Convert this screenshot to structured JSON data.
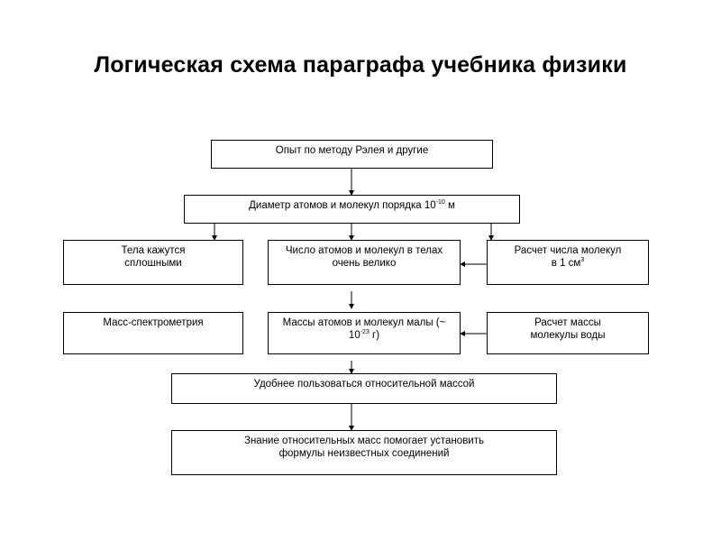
{
  "title": "Логическая схема параграфа учебника физики",
  "boxes": {
    "rayleigh": "Опыт по методу Рэлея и другие",
    "diameter": {
      "text": "Диаметр атомов и молекул порядка 10",
      "sup": "-10",
      "unit": " м"
    },
    "solid": {
      "line1": "Тела кажутся",
      "line2": "сплошными"
    },
    "number": {
      "line1": "Число атомов и молекул в телах",
      "line2": "очень велико"
    },
    "count": {
      "line1": "Расчет числа молекул",
      "line2": "в 1 см",
      "sup": "3"
    },
    "mass_spec": "Масс-спектрометрия",
    "masses": {
      "line1": "Массы атомов и молекул малы (~",
      "line2": "10",
      "sup": "-23",
      "line2_end": " г)"
    },
    "water": {
      "line1": "Расчет массы",
      "line2": "молекулы воды"
    },
    "relative": "Удобнее пользоваться относительной массой",
    "formulas": {
      "line1": "Знание относительных масс помогает установить",
      "line2": "формулы неизвестных соединений"
    }
  }
}
